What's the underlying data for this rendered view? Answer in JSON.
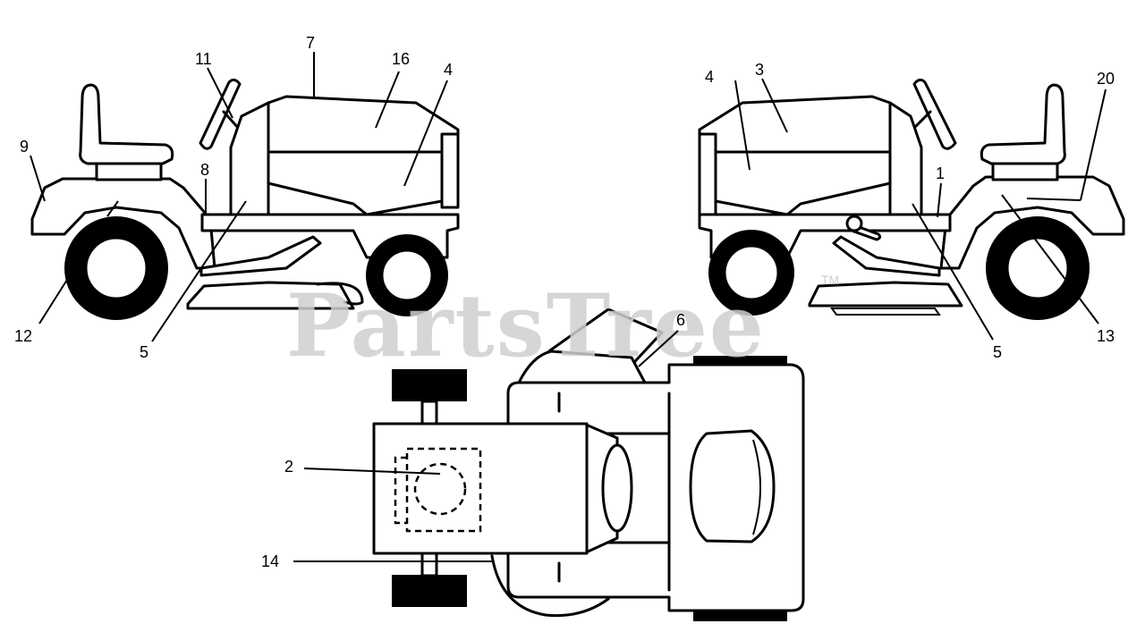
{
  "watermark": {
    "text": "PartsTree",
    "trademark": "TM"
  },
  "callouts": {
    "c1": "1",
    "c2": "2",
    "c3": "3",
    "c4a": "4",
    "c4b": "4",
    "c5a": "5",
    "c5b": "5",
    "c6": "6",
    "c7": "7",
    "c8": "8",
    "c9": "9",
    "c11": "11",
    "c12": "12",
    "c13": "13",
    "c14": "14",
    "c16": "16",
    "c20": "20"
  }
}
